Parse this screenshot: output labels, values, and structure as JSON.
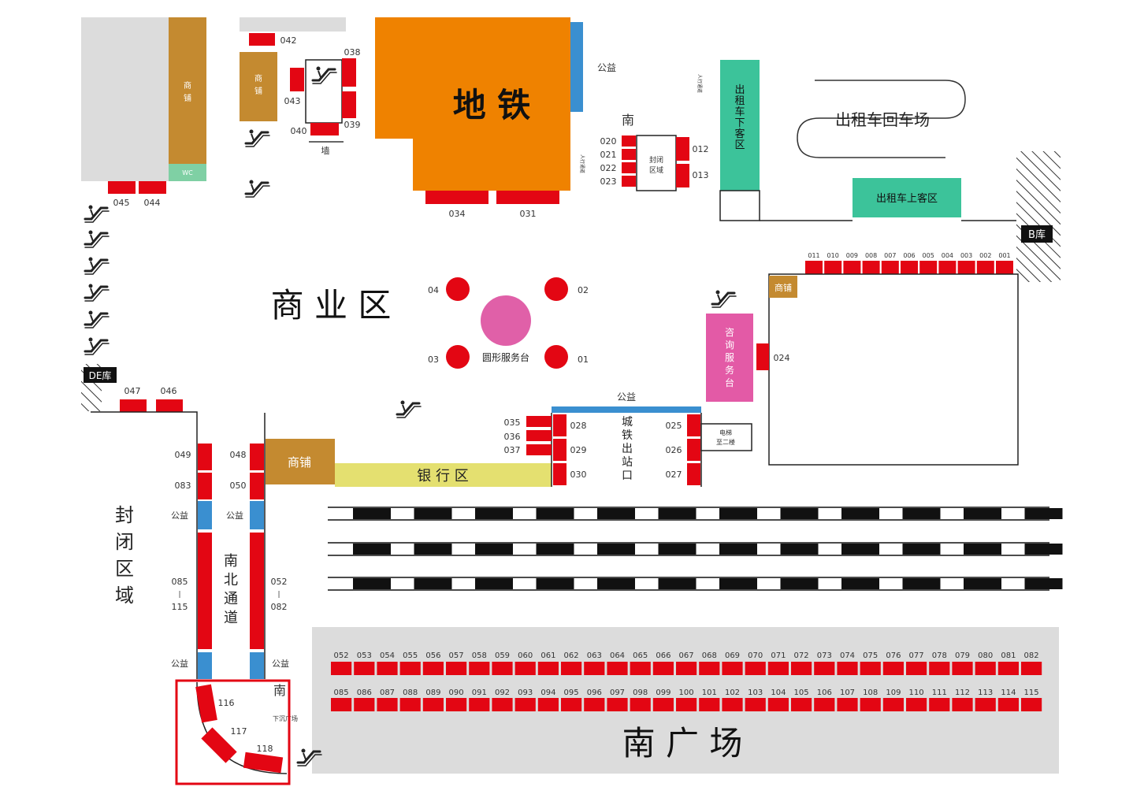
{
  "colors": {
    "red": "#e30613",
    "orange": "#ef8200",
    "brown": "#c48a30",
    "gray": "#dcdcdc",
    "teal": "#3cc39a",
    "pink": "#e35aa6",
    "blue": "#3a8fd0",
    "yellow": "#e4e070",
    "magenta_dot": "#e060a8",
    "wc_green": "#7fd0a4",
    "highlight": "#e30613"
  },
  "zones": {
    "subway": "地 铁",
    "commercial": "商 业 区",
    "bank": "银 行 区",
    "closed": [
      "封",
      "闭",
      "区",
      "域"
    ],
    "north_south": [
      "南",
      "北",
      "通",
      "道"
    ],
    "south_plaza": "南 广 场",
    "city_rail_exit": [
      "城",
      "铁",
      "出",
      "站",
      "口"
    ],
    "taxi_return": "出租车回车场",
    "taxi_drop": [
      "出",
      "租",
      "车",
      "下",
      "客",
      "区"
    ],
    "taxi_pick": "出租车上客区",
    "consult": [
      "咨",
      "询",
      "服",
      "务",
      "台"
    ],
    "round_service": "圆形服务台",
    "garage_b": "B库",
    "garage_de": "DE库",
    "shop_short": "商铺",
    "shop_v1": "商",
    "shop_v2": "铺",
    "wc": "WC",
    "welfare": "公益",
    "wall": "墙",
    "stairs": "南",
    "sunken": "下沉广场",
    "walkway": "人行通道",
    "closed_small": [
      "封闭",
      "区域"
    ],
    "elevator": [
      "电梯",
      "至二楼"
    ]
  },
  "booths": {
    "top_left": [
      "045",
      "044",
      "042",
      "043",
      "040",
      "038",
      "039"
    ],
    "subway": [
      "034",
      "031"
    ],
    "center_stack_left": [
      "020",
      "021",
      "022",
      "023"
    ],
    "center_stack_right": [
      "012",
      "013"
    ],
    "service_dots": [
      "04",
      "02",
      "03",
      "01"
    ],
    "east_row": [
      "011",
      "010",
      "009",
      "008",
      "007",
      "006",
      "005",
      "004",
      "003",
      "002",
      "001"
    ],
    "consult_side": "024",
    "west_pair": [
      "047",
      "046"
    ],
    "exit_left_outer": [
      "035",
      "036",
      "037"
    ],
    "exit_left_inner": [
      "028",
      "029",
      "030"
    ],
    "exit_right": [
      "025",
      "026",
      "027"
    ],
    "corridor_left": [
      "049",
      "083",
      "085",
      "|",
      "115"
    ],
    "corridor_right": [
      "048",
      "050",
      "052",
      "|",
      "082"
    ],
    "curve": [
      "116",
      "117",
      "118"
    ],
    "plaza_row1": [
      "052",
      "053",
      "054",
      "055",
      "056",
      "057",
      "058",
      "059",
      "060",
      "061",
      "062",
      "063",
      "064",
      "065",
      "066",
      "067",
      "068",
      "069",
      "070",
      "071",
      "072",
      "073",
      "074",
      "075",
      "076",
      "077",
      "078",
      "079",
      "080",
      "081",
      "082"
    ],
    "plaza_row2": [
      "085",
      "086",
      "087",
      "088",
      "089",
      "090",
      "091",
      "092",
      "093",
      "094",
      "095",
      "096",
      "097",
      "098",
      "099",
      "100",
      "101",
      "102",
      "103",
      "104",
      "105",
      "106",
      "107",
      "108",
      "109",
      "110",
      "111",
      "112",
      "113",
      "114",
      "115"
    ]
  }
}
